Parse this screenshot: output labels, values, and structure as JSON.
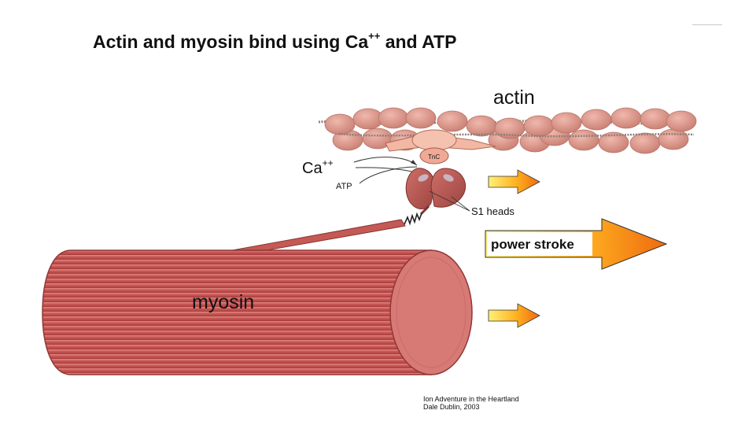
{
  "title": {
    "prefix": "Actin and myosin bind using Ca",
    "superscript": "++",
    "suffix": " and ATP"
  },
  "labels": {
    "actin": "actin",
    "myosin": "myosin",
    "calcium": "Ca",
    "calcium_superscript": "++",
    "atp": "ATP",
    "troponin_c": "TnC",
    "s1_heads": "S1 heads",
    "power_stroke": "power stroke"
  },
  "credit": {
    "line1": "Ion Adventure in the Heartland",
    "line2": "Dale Dublin, 2003"
  },
  "colors": {
    "actin_bead": "#d9958a",
    "myosin_body": "#c85a58",
    "myosin_end": "#d87b76",
    "s1_head": "#b85a55",
    "arrow_start": "#ffe840",
    "arrow_end": "#f07a10"
  }
}
